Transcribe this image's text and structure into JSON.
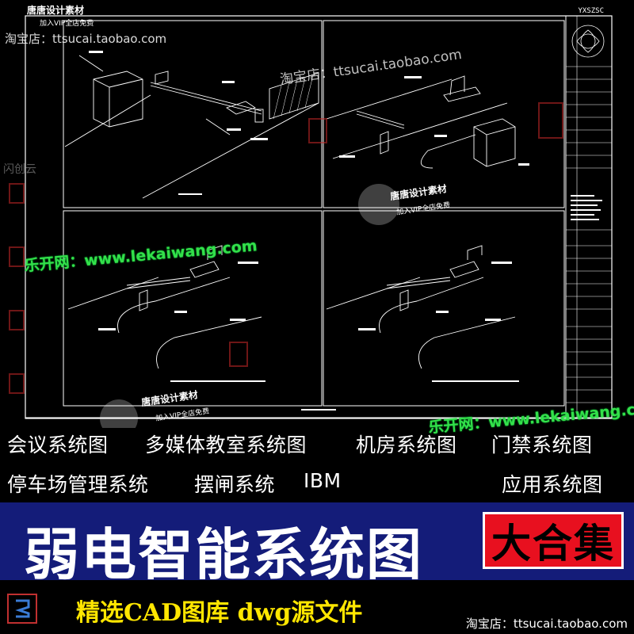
{
  "watermarks": {
    "shop_url_top": "淘宝店：ttsucai.taobao.com",
    "shop_url_mid": "淘宝店：ttsucai.taobao.com",
    "site_url_1": "乐开网：www.lekaiwang.com",
    "site_url_2": "乐开网：www.lekaiwang.com",
    "brand_name": "唐唐设计素材",
    "brand_sub": "加入VIP全店免费",
    "drawing_code": "YXSZSC"
  },
  "system_list": {
    "line1": [
      "会议系统图",
      "多媒体教室系统图",
      "机房系统图",
      "门禁系统图"
    ],
    "line2": [
      "停车场管理系统",
      "摆闸系统",
      "IBM",
      "应用系统图"
    ]
  },
  "banner": {
    "title": "弱电智能系统图",
    "badge": "大合集"
  },
  "footer": {
    "tagline": "精选CAD图库  dwg源文件",
    "shop_url": "淘宝店：ttsucai.taobao.com"
  },
  "colors": {
    "banner_bg": "#141c79",
    "badge_bg": "#e8101f",
    "tagline": "#ffe600",
    "watermark_green": "#33e04a"
  }
}
